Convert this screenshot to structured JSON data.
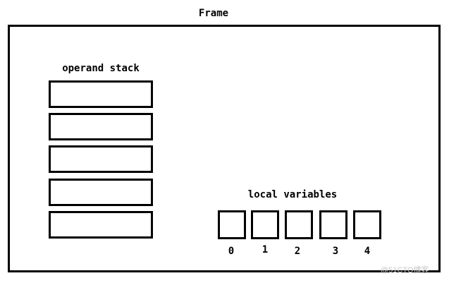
{
  "frame": {
    "title": "Frame"
  },
  "operand_stack": {
    "label": "operand stack",
    "slot_count": 5
  },
  "local_variables": {
    "label": "local variables",
    "indices": [
      "0",
      "1",
      "2",
      "3",
      "4"
    ]
  },
  "watermark": {
    "text": "@51CTO博客"
  }
}
